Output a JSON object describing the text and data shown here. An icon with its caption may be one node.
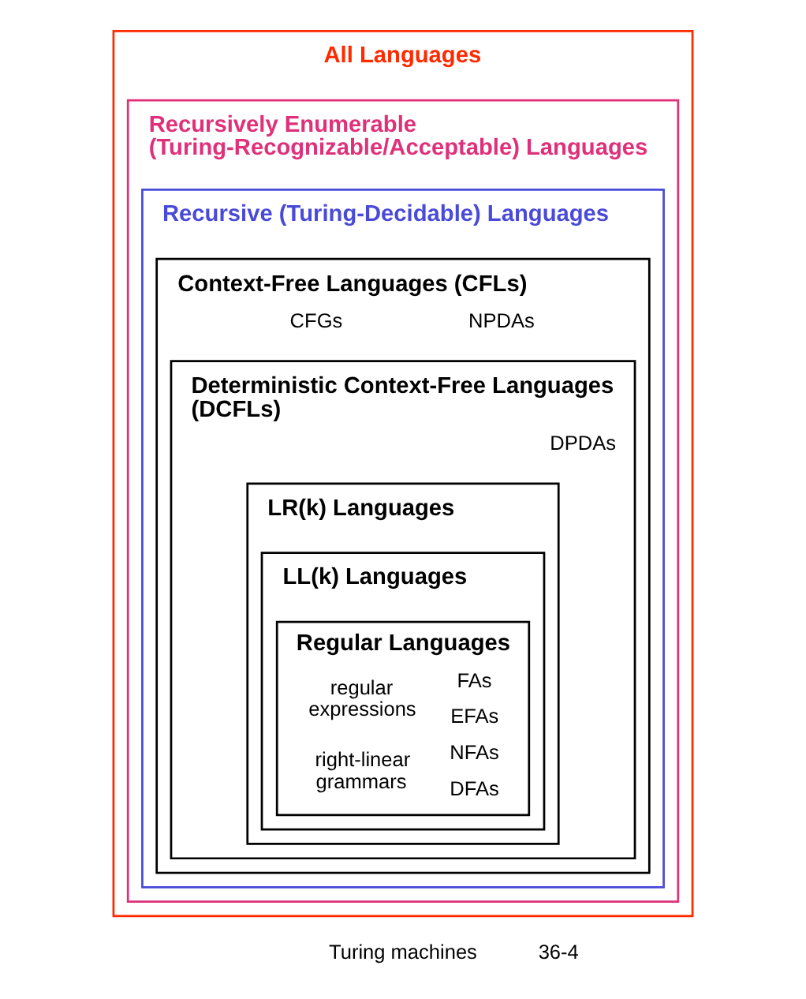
{
  "diagram": {
    "nodes": [
      {
        "text": [
          "All Languages"
        ]
      },
      {
        "text": [
          "Recursively Enumerable (Turing-Recognizable/Acceptable) Languages"
        ],
        "in": 0
      },
      {
        "text": [
          "Recursive (Turing-Decidable) Languages"
        ],
        "in": 1
      },
      {
        "text": [
          "Context-Free Languages (CFLs)",
          "CFGs",
          "NPDAs"
        ],
        "in": 2
      },
      {
        "text": [
          "Deterministic Context-Free Languages (DCFLs)",
          "DPDAs"
        ],
        "in": 3
      },
      {
        "text": [
          "LR(k) Languages"
        ],
        "in": 4
      },
      {
        "text": [
          "LL(k) Languages"
        ],
        "in": 5
      },
      {
        "text": [
          "Regular Languages",
          "regular expressions",
          "FAs",
          "EFAs",
          "right-linear grammars",
          "NFAs",
          "DFAs"
        ],
        "in": 6
      }
    ],
    "edges": [],
    "labels": [
      "Turing machines",
      "36-4"
    ]
  }
}
